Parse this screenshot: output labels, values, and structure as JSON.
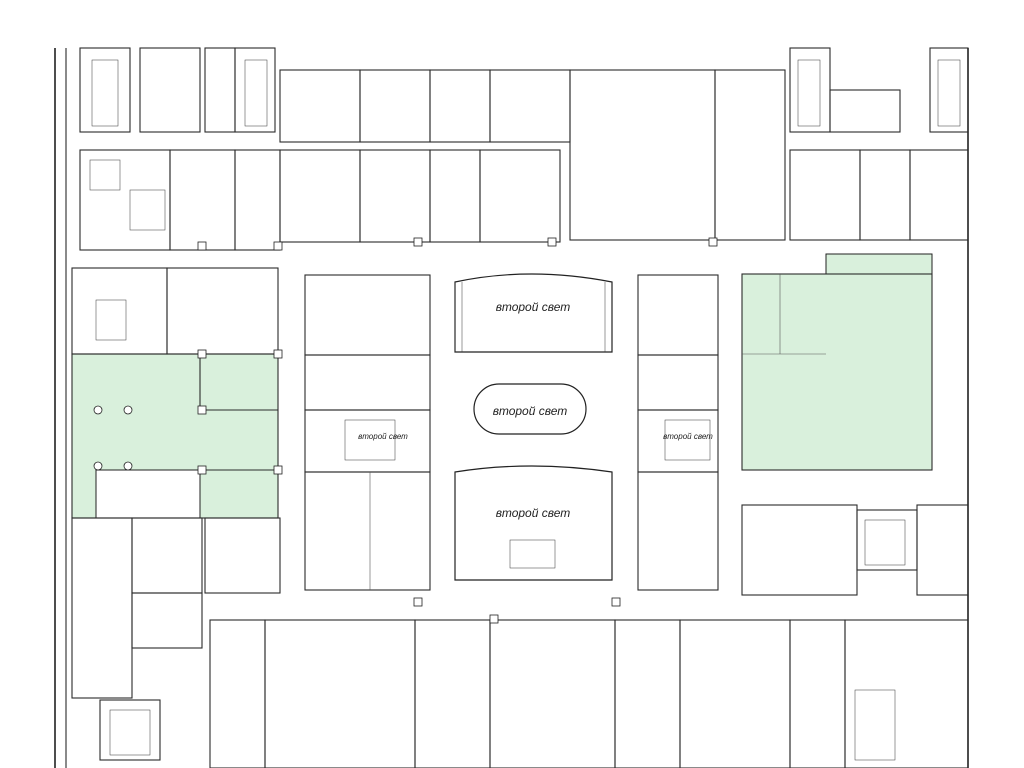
{
  "plan": {
    "atrium_labels": {
      "top": "второй свет",
      "middle": "второй свет",
      "bottom": "второй свет"
    },
    "stair_labels": {
      "left": "второй свет",
      "right": "второй свет"
    },
    "colors": {
      "highlight": "#d9f0dc",
      "walls": "#2b2b2b",
      "background": "#ffffff"
    }
  }
}
